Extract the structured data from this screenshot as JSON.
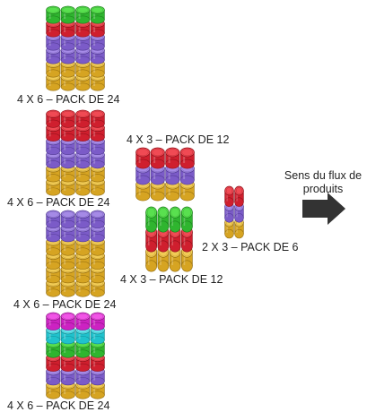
{
  "packs": [
    {
      "id": "pack-1",
      "label": "4 X 6 – PACK DE 24",
      "cols": 4,
      "rows": [
        "green",
        "red",
        "purple",
        "purple",
        "gold",
        "gold"
      ]
    },
    {
      "id": "pack-2",
      "label": "4 X 6 – PACK DE 24",
      "cols": 4,
      "rows": [
        "red",
        "red",
        "purple",
        "purple",
        "gold",
        "gold"
      ]
    },
    {
      "id": "pack-3",
      "label": "4 X 6 – PACK DE 24",
      "cols": 4,
      "rows": [
        "purple",
        "purple",
        "gold",
        "gold",
        "gold",
        "gold"
      ]
    },
    {
      "id": "pack-4",
      "label": "4 X 6 – PACK DE 24",
      "cols": 4,
      "rows": [
        "magenta",
        "cyan",
        "green",
        "red",
        "purple",
        "gold"
      ]
    },
    {
      "id": "pack-5",
      "label": "4 X 3 – PACK DE 12",
      "cols": 4,
      "rows": [
        "red",
        "purple",
        "gold"
      ]
    },
    {
      "id": "pack-6",
      "label": "4 X 3 – PACK DE 12",
      "cols": 4,
      "rows": [
        "green",
        "red",
        "gold"
      ]
    },
    {
      "id": "pack-7",
      "label": "2 X 3 – PACK DE 6",
      "cols": 2,
      "rows": [
        "red",
        "purple",
        "gold"
      ]
    }
  ],
  "flow": {
    "line1": "Sens du flux de",
    "line2": "produits"
  },
  "colors": {
    "green": {
      "body": "#2fb52f",
      "top": "#59e04f",
      "rim": "#1c7d1c"
    },
    "red": {
      "body": "#cf1f2e",
      "top": "#f04a54",
      "rim": "#8e1019"
    },
    "purple": {
      "body": "#7b5bc8",
      "top": "#a58ae6",
      "rim": "#513a92"
    },
    "gold": {
      "body": "#d6a422",
      "top": "#f1cb55",
      "rim": "#946d0f"
    },
    "magenta": {
      "body": "#cc22c2",
      "top": "#f155e6",
      "rim": "#8b1484"
    },
    "cyan": {
      "body": "#20c2cc",
      "top": "#62e3ea",
      "rim": "#148a92"
    },
    "arrow": "#333333"
  }
}
